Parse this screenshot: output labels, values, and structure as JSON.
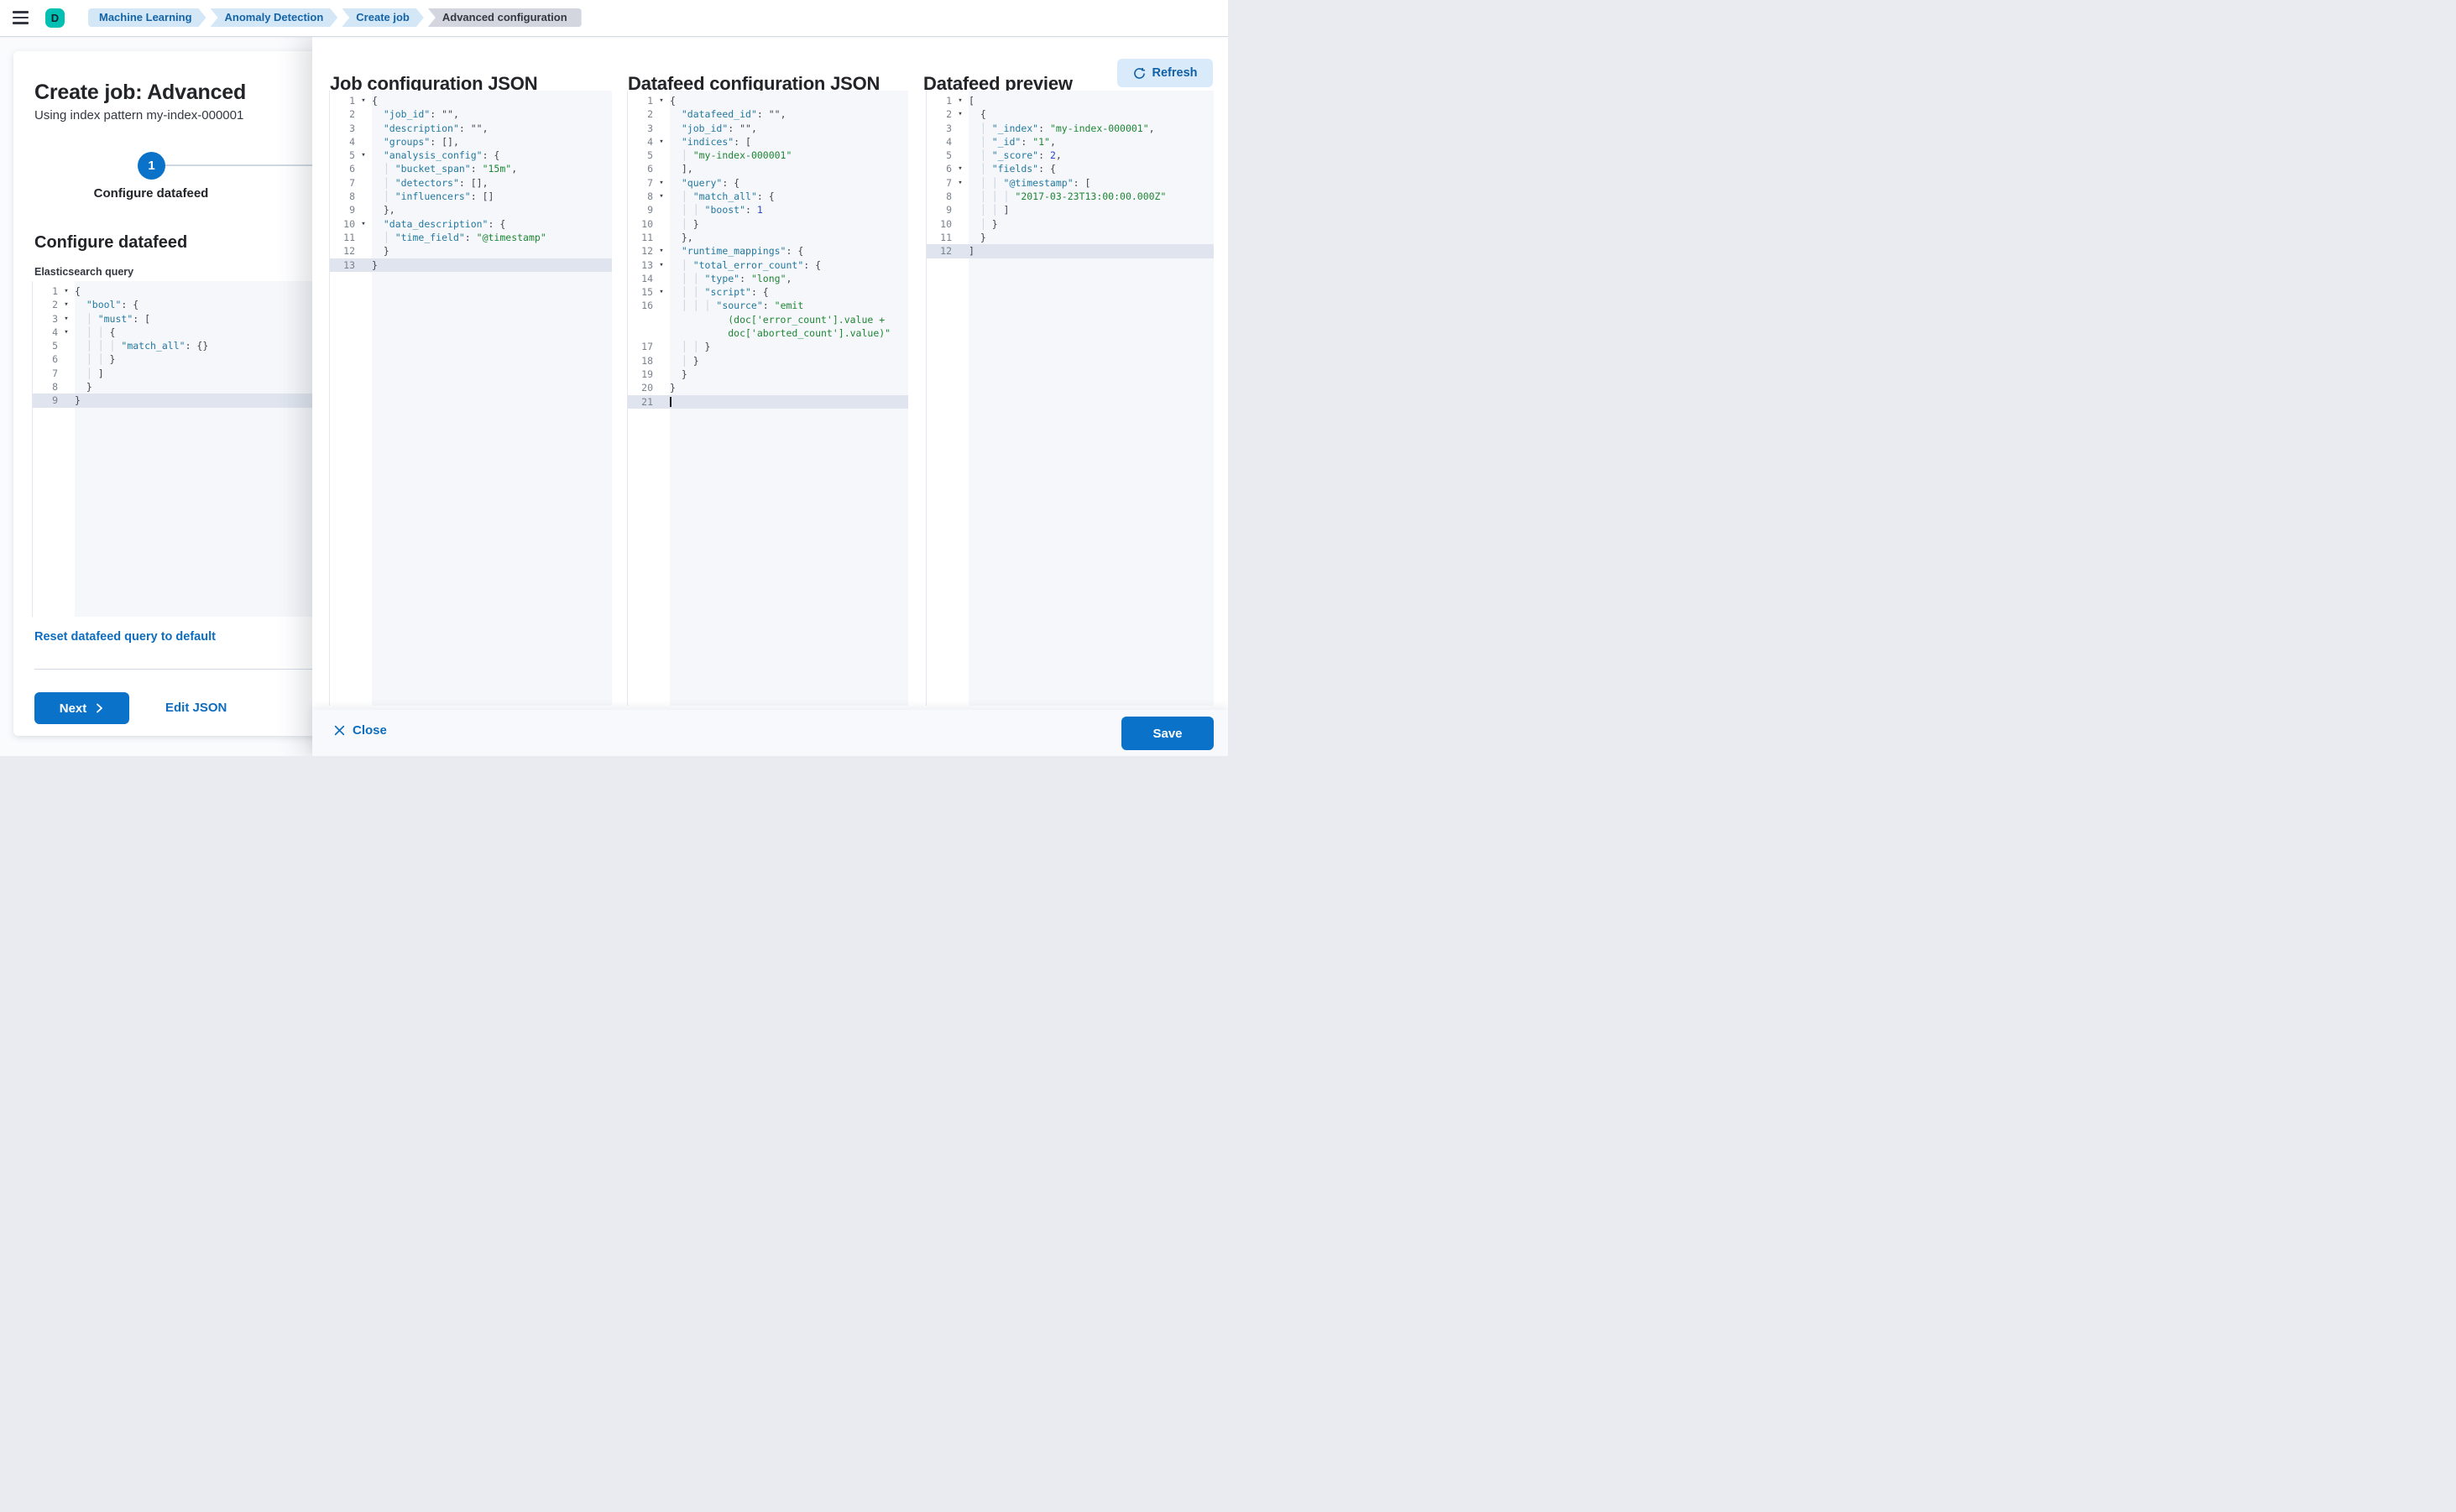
{
  "topbar": {
    "avatar": "D",
    "breadcrumbs": [
      {
        "label": "Machine Learning",
        "style": "blue"
      },
      {
        "label": "Anomaly Detection",
        "style": "blue"
      },
      {
        "label": "Create job",
        "style": "blue"
      },
      {
        "label": "Advanced configuration",
        "style": "gray"
      }
    ]
  },
  "left_panel": {
    "title": "Create job: Advanced",
    "subtitle": "Using index pattern my-index-000001",
    "step": {
      "number": "1",
      "label": "Configure datafeed"
    },
    "section_heading": "Configure datafeed",
    "query_label": "Elasticsearch query",
    "reset_link": "Reset datafeed query to default",
    "next_label": "Next",
    "edit_json_label": "Edit JSON",
    "query_editor": {
      "rows": [
        {
          "n": "1",
          "fold": true,
          "t": [
            [
              "punc",
              "{"
            ]
          ]
        },
        {
          "n": "2",
          "fold": true,
          "t": [
            [
              "punc",
              "  "
            ],
            [
              "key",
              "\"bool\""
            ],
            [
              "punc",
              ": {"
            ]
          ]
        },
        {
          "n": "3",
          "fold": true,
          "t": [
            [
              "guide",
              "  │ "
            ],
            [
              "key",
              "\"must\""
            ],
            [
              "punc",
              ": ["
            ]
          ]
        },
        {
          "n": "4",
          "fold": true,
          "t": [
            [
              "guide",
              "  │ │ "
            ],
            [
              "punc",
              "{"
            ]
          ]
        },
        {
          "n": "5",
          "t": [
            [
              "guide",
              "  │ │ │ "
            ],
            [
              "key",
              "\"match_all\""
            ],
            [
              "punc",
              ": {}"
            ]
          ]
        },
        {
          "n": "6",
          "t": [
            [
              "guide",
              "  │ │ "
            ],
            [
              "punc",
              "}"
            ]
          ]
        },
        {
          "n": "7",
          "t": [
            [
              "guide",
              "  │ "
            ],
            [
              "punc",
              "]"
            ]
          ]
        },
        {
          "n": "8",
          "t": [
            [
              "punc",
              "  }"
            ]
          ]
        },
        {
          "n": "9",
          "active": true,
          "t": [
            [
              "punc",
              "}"
            ]
          ]
        }
      ]
    }
  },
  "flyout": {
    "columns": [
      {
        "title": "Job configuration JSON",
        "rows": [
          {
            "n": "1",
            "fold": true,
            "t": [
              [
                "punc",
                "{"
              ]
            ]
          },
          {
            "n": "2",
            "t": [
              [
                "punc",
                "  "
              ],
              [
                "key",
                "\"job_id\""
              ],
              [
                "punc",
                ": \"\","
              ]
            ]
          },
          {
            "n": "3",
            "t": [
              [
                "punc",
                "  "
              ],
              [
                "key",
                "\"description\""
              ],
              [
                "punc",
                ": \"\","
              ]
            ]
          },
          {
            "n": "4",
            "t": [
              [
                "punc",
                "  "
              ],
              [
                "key",
                "\"groups\""
              ],
              [
                "punc",
                ": [],"
              ]
            ]
          },
          {
            "n": "5",
            "fold": true,
            "t": [
              [
                "punc",
                "  "
              ],
              [
                "key",
                "\"analysis_config\""
              ],
              [
                "punc",
                ": {"
              ]
            ]
          },
          {
            "n": "6",
            "t": [
              [
                "guide",
                "  │ "
              ],
              [
                "key",
                "\"bucket_span\""
              ],
              [
                "punc",
                ": "
              ],
              [
                "str",
                "\"15m\""
              ],
              [
                "punc",
                ","
              ]
            ]
          },
          {
            "n": "7",
            "t": [
              [
                "guide",
                "  │ "
              ],
              [
                "key",
                "\"detectors\""
              ],
              [
                "punc",
                ": [],"
              ]
            ]
          },
          {
            "n": "8",
            "t": [
              [
                "guide",
                "  │ "
              ],
              [
                "key",
                "\"influencers\""
              ],
              [
                "punc",
                ": []"
              ]
            ]
          },
          {
            "n": "9",
            "t": [
              [
                "punc",
                "  },"
              ]
            ]
          },
          {
            "n": "10",
            "fold": true,
            "t": [
              [
                "punc",
                "  "
              ],
              [
                "key",
                "\"data_description\""
              ],
              [
                "punc",
                ": {"
              ]
            ]
          },
          {
            "n": "11",
            "t": [
              [
                "guide",
                "  │ "
              ],
              [
                "key",
                "\"time_field\""
              ],
              [
                "punc",
                ": "
              ],
              [
                "str",
                "\"@timestamp\""
              ]
            ]
          },
          {
            "n": "12",
            "t": [
              [
                "punc",
                "  }"
              ]
            ]
          },
          {
            "n": "13",
            "active": true,
            "t": [
              [
                "punc",
                "}"
              ]
            ]
          }
        ]
      },
      {
        "title": "Datafeed configuration JSON",
        "rows": [
          {
            "n": "1",
            "fold": true,
            "t": [
              [
                "punc",
                "{"
              ]
            ]
          },
          {
            "n": "2",
            "t": [
              [
                "punc",
                "  "
              ],
              [
                "key",
                "\"datafeed_id\""
              ],
              [
                "punc",
                ": \"\","
              ]
            ]
          },
          {
            "n": "3",
            "t": [
              [
                "punc",
                "  "
              ],
              [
                "key",
                "\"job_id\""
              ],
              [
                "punc",
                ": \"\","
              ]
            ]
          },
          {
            "n": "4",
            "fold": true,
            "t": [
              [
                "punc",
                "  "
              ],
              [
                "key",
                "\"indices\""
              ],
              [
                "punc",
                ": ["
              ]
            ]
          },
          {
            "n": "5",
            "t": [
              [
                "guide",
                "  │ "
              ],
              [
                "str",
                "\"my-index-000001\""
              ]
            ]
          },
          {
            "n": "6",
            "t": [
              [
                "punc",
                "  ],"
              ]
            ]
          },
          {
            "n": "7",
            "fold": true,
            "t": [
              [
                "punc",
                "  "
              ],
              [
                "key",
                "\"query\""
              ],
              [
                "punc",
                ": {"
              ]
            ]
          },
          {
            "n": "8",
            "fold": true,
            "t": [
              [
                "guide",
                "  │ "
              ],
              [
                "key",
                "\"match_all\""
              ],
              [
                "punc",
                ": {"
              ]
            ]
          },
          {
            "n": "9",
            "t": [
              [
                "guide",
                "  │ │ "
              ],
              [
                "key",
                "\"boost\""
              ],
              [
                "punc",
                ": "
              ],
              [
                "num",
                "1"
              ]
            ]
          },
          {
            "n": "10",
            "t": [
              [
                "guide",
                "  │ "
              ],
              [
                "punc",
                "}"
              ]
            ]
          },
          {
            "n": "11",
            "t": [
              [
                "punc",
                "  },"
              ]
            ]
          },
          {
            "n": "12",
            "fold": true,
            "t": [
              [
                "punc",
                "  "
              ],
              [
                "key",
                "\"runtime_mappings\""
              ],
              [
                "punc",
                ": {"
              ]
            ]
          },
          {
            "n": "13",
            "fold": true,
            "t": [
              [
                "guide",
                "  │ "
              ],
              [
                "key",
                "\"total_error_count\""
              ],
              [
                "punc",
                ": {"
              ]
            ]
          },
          {
            "n": "14",
            "t": [
              [
                "guide",
                "  │ │ "
              ],
              [
                "key",
                "\"type\""
              ],
              [
                "punc",
                ": "
              ],
              [
                "str",
                "\"long\""
              ],
              [
                "punc",
                ","
              ]
            ]
          },
          {
            "n": "15",
            "fold": true,
            "t": [
              [
                "guide",
                "  │ │ "
              ],
              [
                "key",
                "\"script\""
              ],
              [
                "punc",
                ": {"
              ]
            ]
          },
          {
            "n": "16",
            "t": [
              [
                "guide",
                "  │ │ │ "
              ],
              [
                "key",
                "\"source\""
              ],
              [
                "punc",
                ": "
              ],
              [
                "str",
                "\"emit"
              ]
            ]
          },
          {
            "n": "",
            "t": [
              [
                "str",
                "          (doc['error_count'].value +"
              ]
            ]
          },
          {
            "n": "",
            "t": [
              [
                "str",
                "          doc['aborted_count'].value)\""
              ]
            ]
          },
          {
            "n": "17",
            "t": [
              [
                "guide",
                "  │ │ "
              ],
              [
                "punc",
                "}"
              ]
            ]
          },
          {
            "n": "18",
            "t": [
              [
                "guide",
                "  │ "
              ],
              [
                "punc",
                "}"
              ]
            ]
          },
          {
            "n": "19",
            "t": [
              [
                "punc",
                "  }"
              ]
            ]
          },
          {
            "n": "20",
            "t": [
              [
                "punc",
                "}"
              ]
            ]
          },
          {
            "n": "21",
            "active": true,
            "t": [
              [
                "caret",
                ""
              ]
            ]
          }
        ]
      },
      {
        "title": "Datafeed preview",
        "refresh_label": "Refresh",
        "rows": [
          {
            "n": "1",
            "fold": true,
            "t": [
              [
                "punc",
                "["
              ]
            ]
          },
          {
            "n": "2",
            "fold": true,
            "t": [
              [
                "punc",
                "  {"
              ]
            ]
          },
          {
            "n": "3",
            "t": [
              [
                "guide",
                "  │ "
              ],
              [
                "key",
                "\"_index\""
              ],
              [
                "punc",
                ": "
              ],
              [
                "str",
                "\"my-index-000001\""
              ],
              [
                "punc",
                ","
              ]
            ]
          },
          {
            "n": "4",
            "t": [
              [
                "guide",
                "  │ "
              ],
              [
                "key",
                "\"_id\""
              ],
              [
                "punc",
                ": "
              ],
              [
                "str",
                "\"1\""
              ],
              [
                "punc",
                ","
              ]
            ]
          },
          {
            "n": "5",
            "t": [
              [
                "guide",
                "  │ "
              ],
              [
                "key",
                "\"_score\""
              ],
              [
                "punc",
                ": "
              ],
              [
                "num",
                "2"
              ],
              [
                "punc",
                ","
              ]
            ]
          },
          {
            "n": "6",
            "fold": true,
            "t": [
              [
                "guide",
                "  │ "
              ],
              [
                "key",
                "\"fields\""
              ],
              [
                "punc",
                ": {"
              ]
            ]
          },
          {
            "n": "7",
            "fold": true,
            "t": [
              [
                "guide",
                "  │ │ "
              ],
              [
                "key",
                "\"@timestamp\""
              ],
              [
                "punc",
                ": ["
              ]
            ]
          },
          {
            "n": "8",
            "t": [
              [
                "guide",
                "  │ │ │ "
              ],
              [
                "str",
                "\"2017-03-23T13:00:00.000Z\""
              ]
            ]
          },
          {
            "n": "9",
            "t": [
              [
                "guide",
                "  │ │ "
              ],
              [
                "punc",
                "]"
              ]
            ]
          },
          {
            "n": "10",
            "t": [
              [
                "guide",
                "  │ "
              ],
              [
                "punc",
                "}"
              ]
            ]
          },
          {
            "n": "11",
            "t": [
              [
                "punc",
                "  }"
              ]
            ]
          },
          {
            "n": "12",
            "active": true,
            "t": [
              [
                "punc",
                "]"
              ]
            ]
          }
        ]
      }
    ],
    "footer": {
      "close_label": "Close",
      "save_label": "Save"
    }
  },
  "colors": {
    "primary_blue": "#0b72c9",
    "link_blue": "#0e6dbe",
    "avatar_green": "#00bfb3",
    "breadcrumb_blue_bg": "#d4e7f7",
    "breadcrumb_blue_text": "#1464a5",
    "breadcrumb_gray_bg": "#d3d6de",
    "refresh_bg": "#d9eafb",
    "editor_code_bg": "#f5f7fa",
    "editor_active_line": "#dfe4ee",
    "token_key": "#23799f",
    "token_string": "#1d8634",
    "token_number": "#2c46cc",
    "text_dark": "#343741"
  }
}
